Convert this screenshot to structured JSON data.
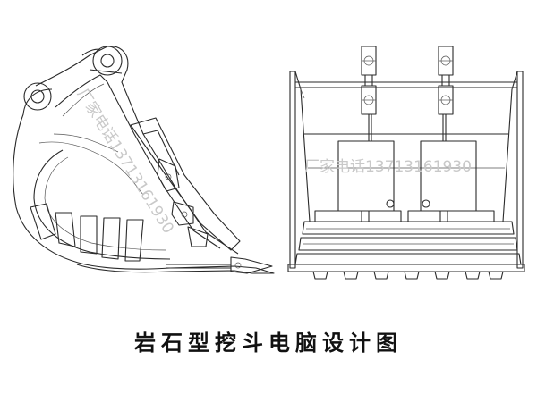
{
  "caption": "岩石型挖斗电脑设计图",
  "watermark": {
    "side_view_text": "厂家电话13713161930",
    "front_view_text": "厂家电话13713161930",
    "color": "#c9c9c9"
  },
  "line_color": "#2a2a2a",
  "background": "#ffffff"
}
